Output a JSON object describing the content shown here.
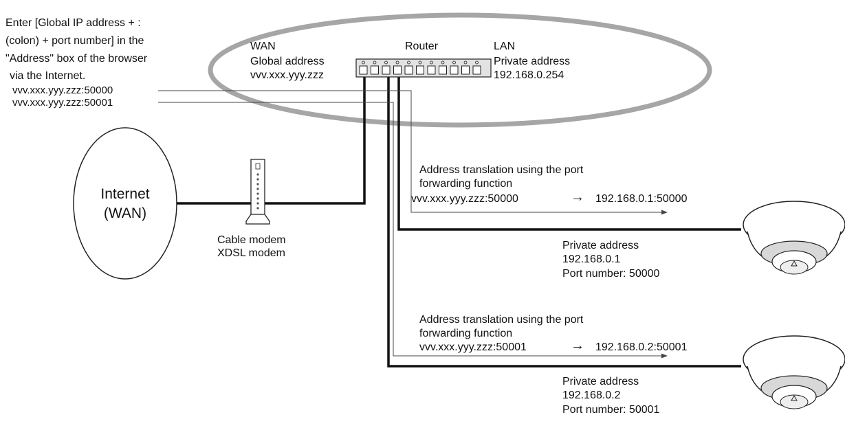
{
  "instruction": {
    "lines": [
      "Enter [Global IP address + :",
      "(colon) + port number] in the",
      "\"Address\" box of the browser",
      "via the Internet."
    ],
    "url1": "vvv.xxx.yyy.zzz:50000",
    "url2": "vvv.xxx.yyy.zzz:50001"
  },
  "router": {
    "title": "Router",
    "wan_title": "WAN",
    "wan_label": "Global address",
    "wan_ip": "vvv.xxx.yyy.zzz",
    "lan_title": "LAN",
    "lan_label": "Private address",
    "lan_ip": "192.168.0.254"
  },
  "internet": {
    "line1": "Internet",
    "line2": "(WAN)"
  },
  "modem": {
    "line1": "Cable modem",
    "line2": "XDSL modem"
  },
  "forward1": {
    "line1": "Address translation using the port",
    "line2": "forwarding function",
    "from": "vvv.xxx.yyy.zzz:50000",
    "arrow": "→",
    "to": "192.168.0.1:50000"
  },
  "forward2": {
    "line1": "Address translation using the port",
    "line2": "forwarding function",
    "from": "vvv.xxx.yyy.zzz:50001",
    "arrow": "→",
    "to": "192.168.0.2:50001"
  },
  "camera1": {
    "label": "Private address",
    "ip": "192.168.0.1",
    "port": "Port number: 50000"
  },
  "camera2": {
    "label": "Private address",
    "ip": "192.168.0.2",
    "port": "Port number: 50001"
  }
}
